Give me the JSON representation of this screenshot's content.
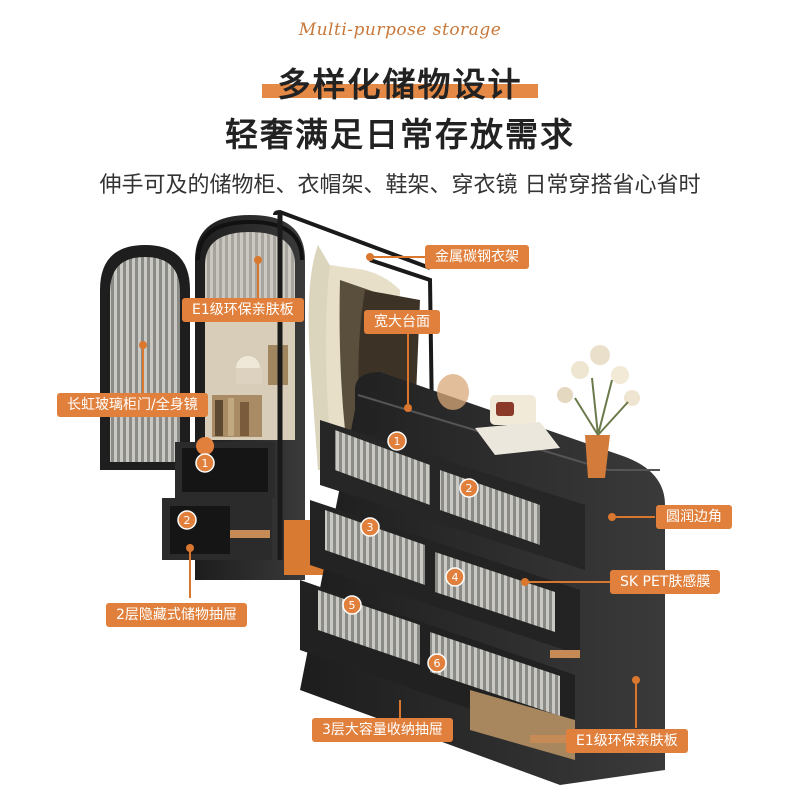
{
  "header": {
    "script_text": "Multi-purpose storage",
    "title_line1": "多样化储物设计",
    "title_line2": "轻奢满足日常存放需求",
    "subtitle": "伸手可及的储物柜、衣帽架、鞋架、穿衣镜 日常穿搭省心省时"
  },
  "callouts": {
    "metal_rack": "金属碳钢衣架",
    "e1_board_top": "E1级环保亲肤板",
    "wide_top": "宽大台面",
    "glass_door": "长虹玻璃柜门/全身镜",
    "rounded_edge": "圆润边角",
    "sk_pet": "SK PET肤感膜",
    "hidden_drawers": "2层隐藏式储物抽屉",
    "large_drawers": "3层大容量收纳抽屉",
    "e1_board_bottom": "E1级环保亲肤板"
  },
  "drawer_numbers": [
    "1",
    "2",
    "1",
    "2",
    "3",
    "4",
    "5",
    "6"
  ],
  "colors": {
    "accent": "#e0803c",
    "cabinet": "#2a2a2a",
    "text": "#222222"
  }
}
